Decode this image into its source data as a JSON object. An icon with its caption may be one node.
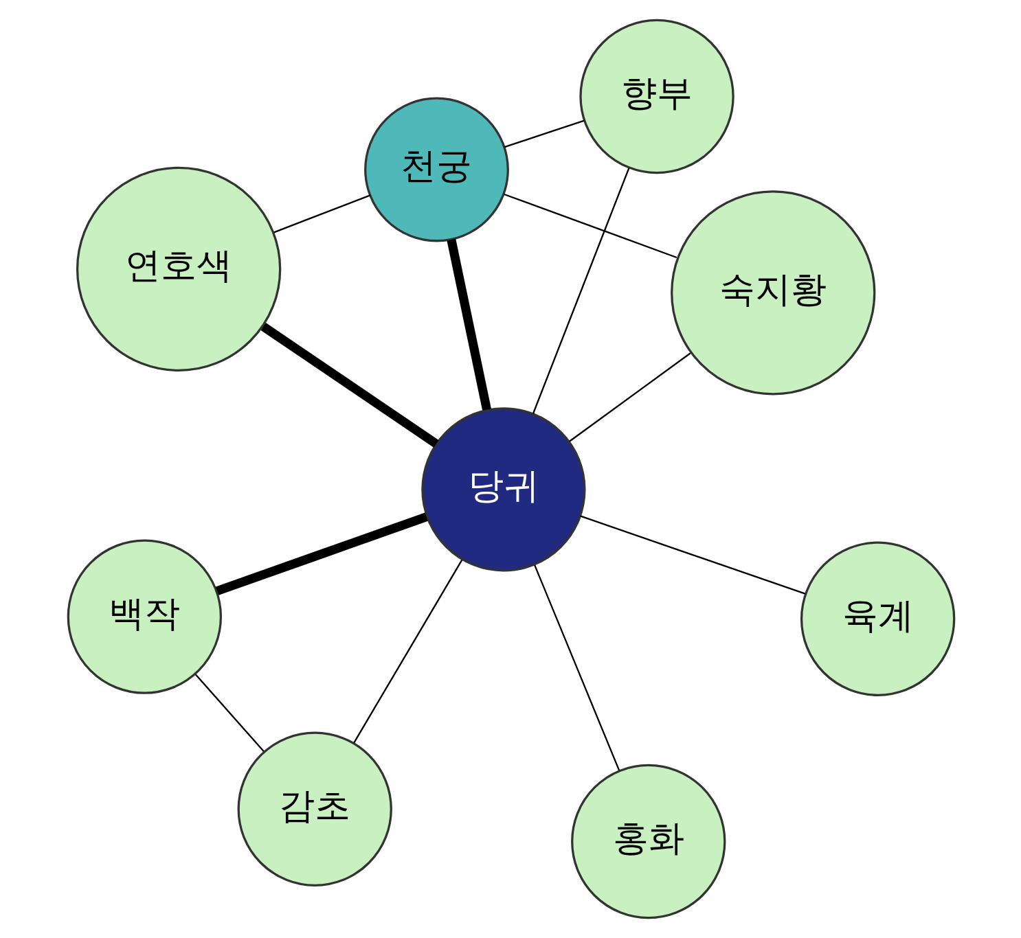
{
  "diagram": {
    "nodes": [
      {
        "text": [
          "백작"
        ]
      },
      {
        "text": [
          "숙지황"
        ]
      },
      {
        "text": [
          "감초"
        ]
      },
      {
        "text": [
          "천궁"
        ]
      },
      {
        "text": [
          "향부"
        ]
      },
      {
        "text": [
          "당귀"
        ]
      },
      {
        "text": [
          "연호색"
        ]
      },
      {
        "text": [
          "육계"
        ]
      },
      {
        "text": [
          "홍화"
        ]
      }
    ],
    "edges": [
      {
        "from": 5,
        "to": 0,
        "arrow": "none",
        "style": "thick"
      },
      {
        "from": 0,
        "to": 2,
        "arrow": "none"
      },
      {
        "from": 2,
        "to": 5,
        "arrow": "none"
      },
      {
        "from": 5,
        "to": 1,
        "arrow": "none"
      },
      {
        "from": 1,
        "to": 3,
        "arrow": "none"
      },
      {
        "from": 5,
        "to": 3,
        "arrow": "none",
        "style": "thick"
      },
      {
        "from": 3,
        "to": 4,
        "arrow": "none"
      },
      {
        "from": 5,
        "to": 4,
        "arrow": "none"
      },
      {
        "from": 5,
        "to": 6,
        "arrow": "none",
        "style": "thick"
      },
      {
        "from": 3,
        "to": 6,
        "arrow": "none"
      },
      {
        "from": 5,
        "to": 7,
        "arrow": "none"
      },
      {
        "from": 5,
        "to": 8,
        "arrow": "none"
      }
    ]
  }
}
